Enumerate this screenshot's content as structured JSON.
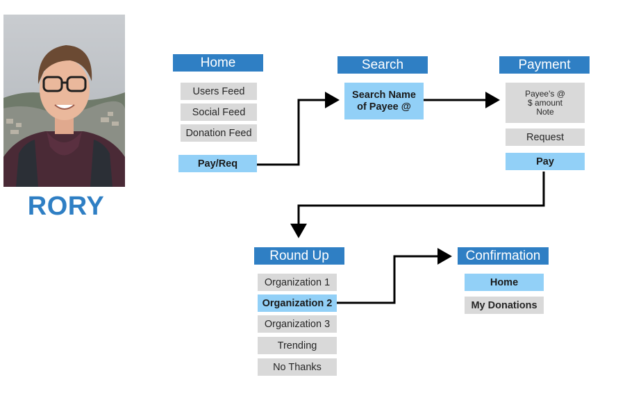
{
  "persona": {
    "name": "RORY",
    "accent_color": "#2f7fc4",
    "photo_icon": "user-portrait-photo"
  },
  "colors": {
    "header": "#2f7fc4",
    "highlight": "#92d0f7",
    "neutral": "#d9d9d9",
    "connector": "#000000"
  },
  "home": {
    "title": "Home",
    "items": [
      "Users Feed",
      "Social Feed",
      "Donation Feed"
    ],
    "action": "Pay/Req"
  },
  "search": {
    "title": "Search",
    "action_line1": "Search Name",
    "action_line2": "of Payee @"
  },
  "payment": {
    "title": "Payment",
    "details": [
      "Payee's @",
      "$ amount",
      "Note"
    ],
    "request_label": "Request",
    "pay_label": "Pay"
  },
  "roundup": {
    "title": "Round Up",
    "items": [
      "Organization 1",
      "Organization 2",
      "Organization 3",
      "Trending",
      "No Thanks"
    ],
    "selected_index": 1
  },
  "confirmation": {
    "title": "Confirmation",
    "home_label": "Home",
    "donations_label": "My Donations"
  }
}
